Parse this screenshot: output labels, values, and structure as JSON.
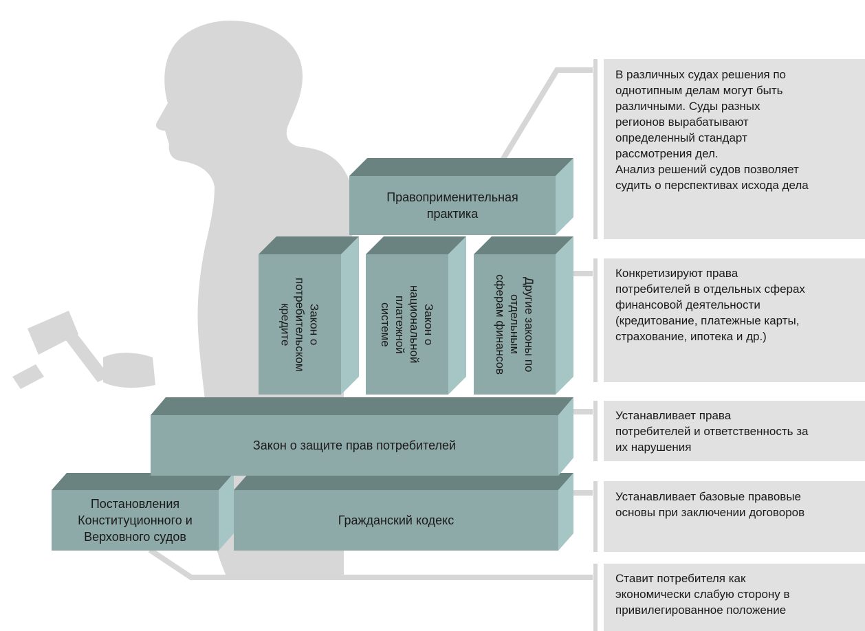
{
  "blocks": {
    "practice": "Правоприменительная\nпрактика",
    "consumer_credit_law": "Закон о\nпотребительском\nкредите",
    "payment_system_law": "Закон о\nнациональной\nплатежной\nсистеме",
    "other_finance_laws": "Другие законы по\nотдельным\nсферам финансов",
    "consumer_rights_law": "Закон о защите прав потребителей",
    "court_resolutions": "Постановления\nКонституционного и\nВерховного судов",
    "civil_code": "Гражданский кодекс"
  },
  "descriptions": {
    "practice": "В различных судах решения по\nоднотипным делам могут быть\nразличными. Суды разных\nрегионов вырабатывают\nопределенный стандарт\nрассмотрения дел.\nАнализ решений судов позволяет\nсудить о перспективах исхода дела",
    "special_laws": "Конкретизируют права\nпотребителей в отдельных сферах\nфинансовой деятельности\n(кредитование, платежные карты,\nстрахование, ипотека и др.)",
    "consumer_rights_law": "Устанавливает права\nпотребителей и ответственность за\nих нарушения",
    "civil_code": "Устанавливает базовые правовые\nосновы при заключении договоров",
    "court_resolutions": "Ставит потребителя как\nэкономически слабую сторону в\nпривилегированное положение"
  },
  "colors": {
    "block_front": "#8da9a8",
    "block_top": "#6a8280",
    "block_side": "#a6c5c5",
    "silhouette": "#d7d7d7",
    "connector": "#d6d6d6",
    "description_box": "#e1e1e1"
  }
}
